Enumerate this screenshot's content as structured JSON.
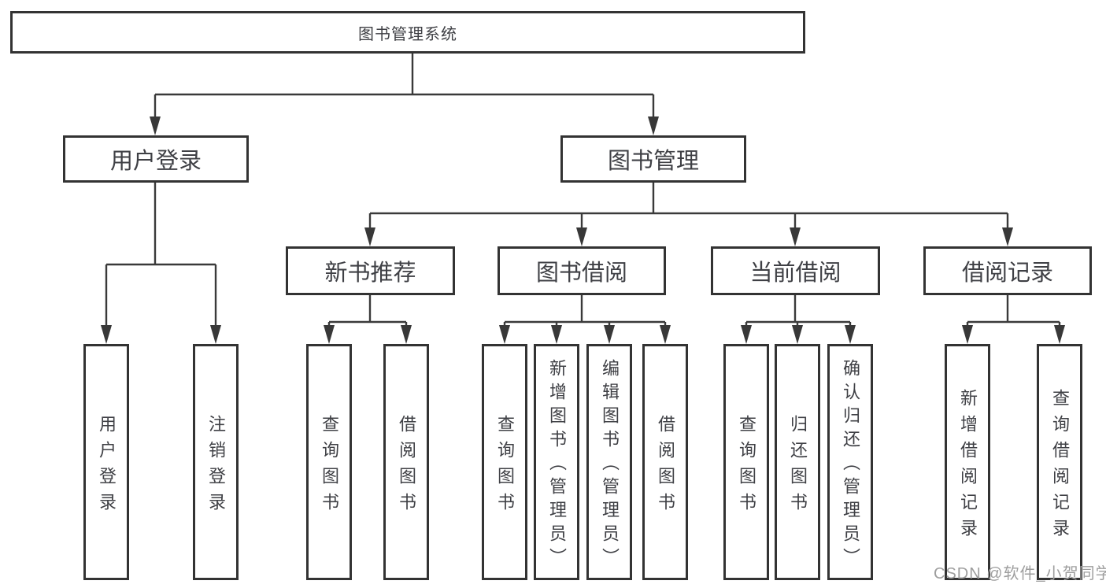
{
  "diagram_type": "hierarchy-tree",
  "colors": {
    "background": "#ffffff",
    "box_border": "#333333",
    "connector_line": "#3a3a3a",
    "text": "#3f4045",
    "watermark_text": "#9e9e9e"
  },
  "tree": {
    "label": "图书管理系统",
    "children": [
      {
        "label": "用户登录",
        "children": [
          {
            "label": "用户登录"
          },
          {
            "label": "注销登录"
          }
        ]
      },
      {
        "label": "图书管理",
        "children": [
          {
            "label": "新书推荐",
            "children": [
              {
                "label": "查询图书"
              },
              {
                "label": "借阅图书"
              }
            ]
          },
          {
            "label": "图书借阅",
            "children": [
              {
                "label": "查询图书"
              },
              {
                "label": "新增图书（管理员）"
              },
              {
                "label": "编辑图书（管理员）"
              },
              {
                "label": "借阅图书"
              }
            ]
          },
          {
            "label": "当前借阅",
            "children": [
              {
                "label": "查询图书"
              },
              {
                "label": "归还图书"
              },
              {
                "label": "确认归还（管理员）"
              }
            ]
          },
          {
            "label": "借阅记录",
            "children": [
              {
                "label": "新增借阅记录"
              },
              {
                "label": "查询借阅记录"
              }
            ]
          }
        ]
      }
    ]
  },
  "watermark": {
    "text": "CSDN @软件_小贺同学"
  }
}
